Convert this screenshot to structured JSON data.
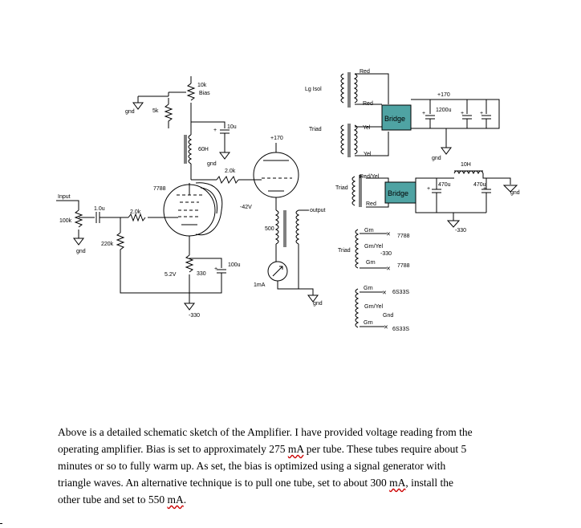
{
  "labels": {
    "input": "Input",
    "output": "output",
    "gnd": "gnd",
    "gnd_alt": "Gnd",
    "r_10k_bias": "10k",
    "bias": "Bias",
    "r_5k": "5k",
    "c_10u": "10u",
    "l_60h": "60H",
    "r_2k_grid2": "2.0k",
    "tube_7788": "7788",
    "c_1u": "1.0u",
    "r_2k_grid1": "2.0k",
    "r_100k": "100k",
    "r_220k": "220k",
    "v_5v2": "5.2V",
    "r_330": "330",
    "c_100u": "100u",
    "v_neg330_a": "-330",
    "v_plus170_a": "+170",
    "v_neg42": "-42V",
    "r_500": "500",
    "meter_1ma": "1mA",
    "lg_isol": "Lg Isol",
    "triad_a": "Triad",
    "triad_b": "Triad",
    "triad_c": "Triad",
    "red_1": "Red",
    "red_2": "Red",
    "yel_1": "Yel",
    "yel_2": "Yel",
    "red_yel": "Red/Yel",
    "red_3": "Red",
    "bridge": "Bridge",
    "v_plus170_b": "+170",
    "c_1200u": "1200u",
    "l_10h": "10H",
    "c_470u_a": "470u",
    "c_470u_b": "470u",
    "v_neg330_b": "-330",
    "grn_1": "Grn",
    "grn_yel_1": "Grn/Yel",
    "grn_2": "Grn",
    "t7788_a": "7788",
    "t330": "-330",
    "t7788_b": "7788",
    "grn_3": "Grn",
    "grn_yel_2": "Grn/Yel",
    "grn_4": "Grn",
    "t6s33s_a": "6S33S",
    "t6s33s_b": "6S33S"
  },
  "caption": {
    "line1": "Above is a detailed schematic sketch of the Amplifier.   I have provided voltage reading from the",
    "line2a": "operating amplifier.   Bias is set to approximately 275 ",
    "line2_ma": "mA",
    "line2b": " per tube.    These tubes require about 5",
    "line3": "minutes or so to fully warm up.    As set, the bias is optimized using a signal generator with",
    "line4a": "triangle waves.    An alternative technique is to pull one tube, set to about 300 ",
    "line4_ma": "mA",
    "line4b": ", install the",
    "line5a": "other tube and set to 550 ",
    "line5_ma": "mA",
    "line5b": "."
  },
  "colors": {
    "bridge_fill": "#4fa3a3",
    "ink": "#000000"
  }
}
